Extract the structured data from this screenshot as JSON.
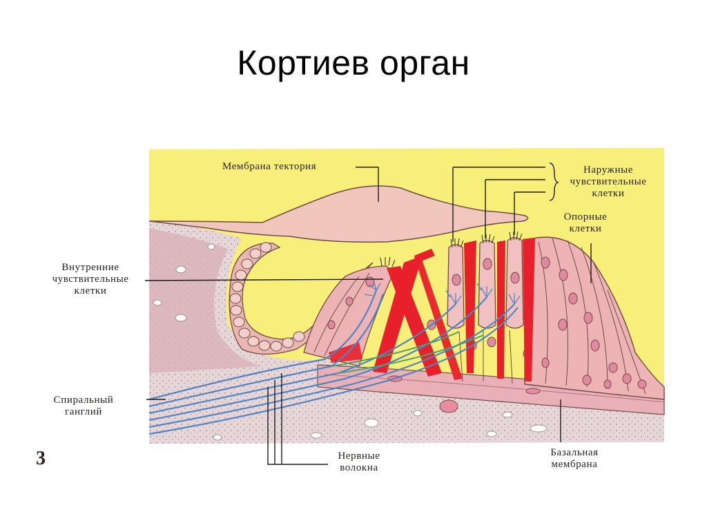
{
  "title": "Кортиев орган",
  "figure_number": "3",
  "labels": {
    "tectorial_membrane": "Мембрана тектория",
    "outer_hair_cells": [
      "Наружные",
      "чувствительные",
      "клетки"
    ],
    "supporting_cells": [
      "Опорные",
      "клетки"
    ],
    "inner_hair_cells": [
      "Внутренние",
      "чувствительные",
      "клетки"
    ],
    "spiral_ganglion": [
      "Спиральный",
      "ганглий"
    ],
    "nerve_fibers": [
      "Нервные",
      "волокна"
    ],
    "basilar_membrane": [
      "Базальная",
      "мембрана"
    ]
  },
  "colors": {
    "background": "#f7ef7a",
    "tissue": "#e7b4b4",
    "bone": "#e6d6d8",
    "pillar": "#e8202c",
    "nerve": "#4f84c4",
    "nerve_green": "#4aa26a",
    "line": "#1e1a1a"
  }
}
